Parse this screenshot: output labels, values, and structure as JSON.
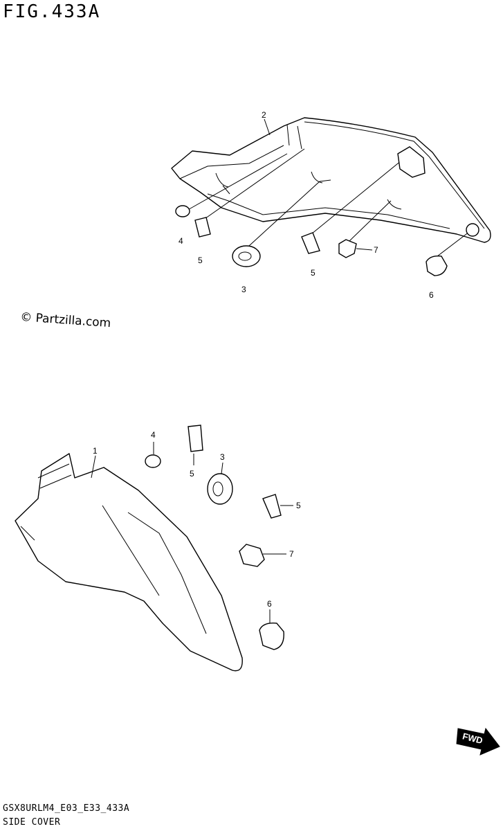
{
  "figure": {
    "title": "FIG.433A",
    "watermark": "© Partzilla.com",
    "footer_code": "GSX8URLM4_E03_E33_433A",
    "footer_name": "SIDE COVER"
  },
  "callouts": {
    "top": [
      "2",
      "4",
      "5",
      "3",
      "5",
      "7",
      "6"
    ],
    "bottom": [
      "1",
      "4",
      "5",
      "3",
      "5",
      "7",
      "6"
    ]
  },
  "fwd_label": "FWD"
}
